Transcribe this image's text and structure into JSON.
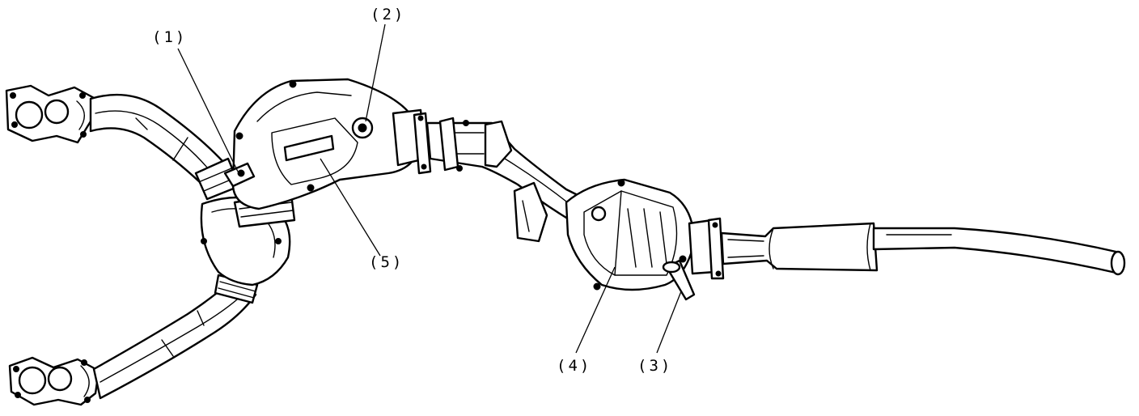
{
  "callouts": {
    "c1": "(1)",
    "c2": "(2)",
    "c3": "(3)",
    "c4": "(4)",
    "c5": "(5)"
  }
}
